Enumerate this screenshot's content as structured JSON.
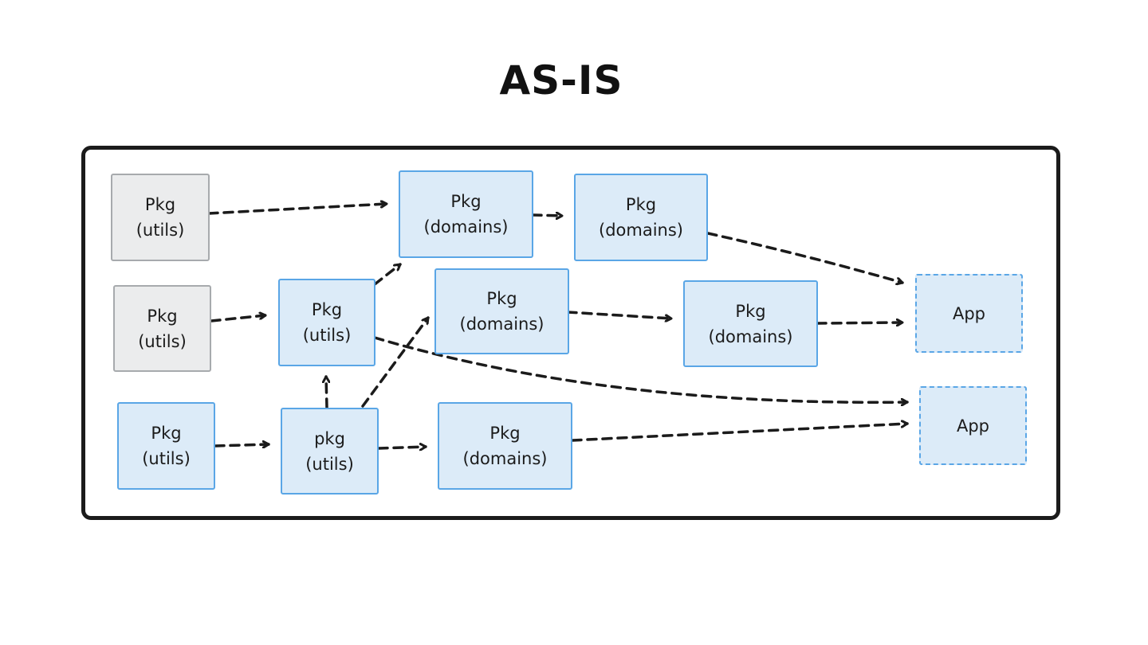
{
  "title": "AS-IS",
  "nodes": {
    "u1": "Pkg\n(utils)",
    "u2": "Pkg\n(utils)",
    "u3": "Pkg\n(utils)",
    "u4": "Pkg\n(utils)",
    "u5": "pkg\n(utils)",
    "d1": "Pkg\n(domains)",
    "d2": "Pkg\n(domains)",
    "d3": "Pkg\n(domains)",
    "d4": "Pkg\n(domains)",
    "d5": "Pkg\n(domains)",
    "a1": "App",
    "a2": "App"
  },
  "colors": {
    "package_fill": "#dcebf8",
    "package_border": "#5aa6e6",
    "external_fill": "#ebeced",
    "external_border": "#a7aaad",
    "edge": "#1b1b1b"
  }
}
